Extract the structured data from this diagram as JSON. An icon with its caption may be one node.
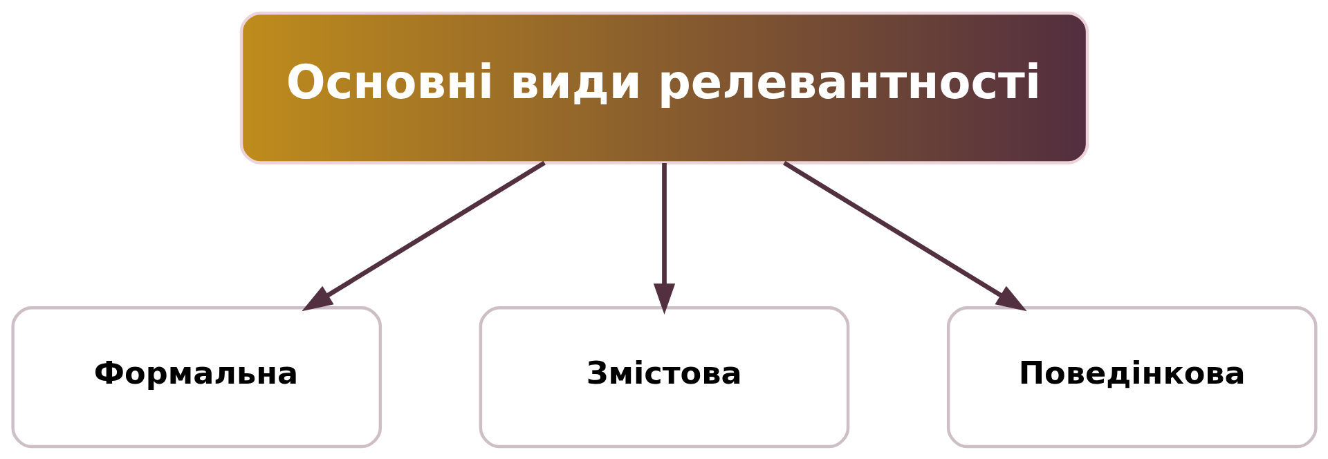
{
  "diagram": {
    "nodes": [
      {
        "text": [
          "Основні види релевантності"
        ]
      },
      {
        "text": [
          "Формальна"
        ]
      },
      {
        "text": [
          "Змістова"
        ]
      },
      {
        "text": [
          "Поведінкова"
        ]
      }
    ],
    "edges": [
      {
        "from": 0,
        "to": 1,
        "arrow": "to"
      },
      {
        "from": 0,
        "to": 2,
        "arrow": "to"
      },
      {
        "from": 0,
        "to": 3,
        "arrow": "to"
      }
    ]
  }
}
